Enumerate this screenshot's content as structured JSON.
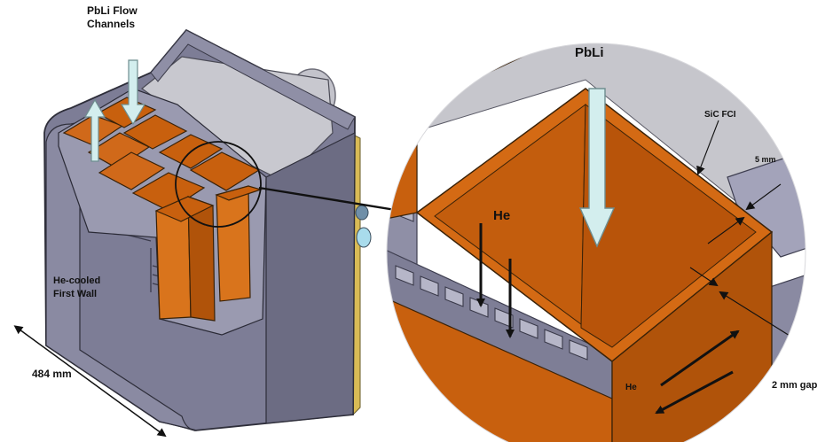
{
  "labels": {
    "pbli_flow_line1": "PbLi Flow",
    "pbli_flow_line2": "Channels",
    "he_cooled_line1": "He-cooled",
    "he_cooled_line2": "First Wall",
    "size_484": "484 mm",
    "pbli": "PbLi",
    "sic_fci": "SiC FCI",
    "dim_5mm": "5 mm",
    "he_upper": "He",
    "he_lower": "He",
    "gap_2mm": "2 mm gap"
  },
  "colors": {
    "orange": "#c8600e",
    "orange_light": "#d9741c",
    "orange_dark": "#a44d08",
    "steel": "#7b7b95",
    "steel_light": "#a3a3ba",
    "steel_dark": "#58586e",
    "grey_fci": "#c9c9cf",
    "flow_arrow": "#d3eeee",
    "flow_arrow_edge": "#6e8d8f"
  }
}
